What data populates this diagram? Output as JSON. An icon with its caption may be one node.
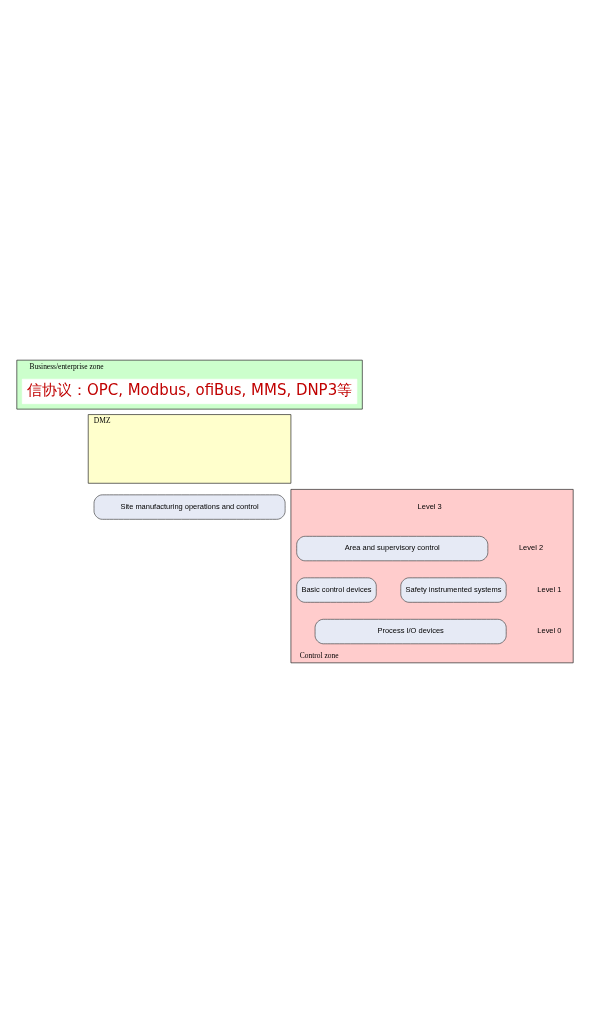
{
  "diagram": {
    "nodes": [
      {
        "text": [
          "Business/enterprise zone"
        ]
      },
      {
        "text": [
          "DMZ"
        ]
      },
      {
        "text": [
          "Control zone"
        ]
      },
      {
        "text": [
          "Site manufacturing operations and control"
        ]
      },
      {
        "text": [
          "Area and supervisory control"
        ],
        "in": 2
      },
      {
        "text": [
          "Safety instrumented systems"
        ],
        "in": 2
      },
      {
        "text": [
          "Basic control devices"
        ],
        "in": 2
      },
      {
        "text": [
          "Process I/O devices"
        ],
        "in": 2
      }
    ],
    "edges": [],
    "labels": [
      "信协议：OPC, Modbus, ofiBus, MMS, DNP3等",
      "Level 3",
      "Level 2",
      "Level 1",
      "Level 0"
    ]
  }
}
